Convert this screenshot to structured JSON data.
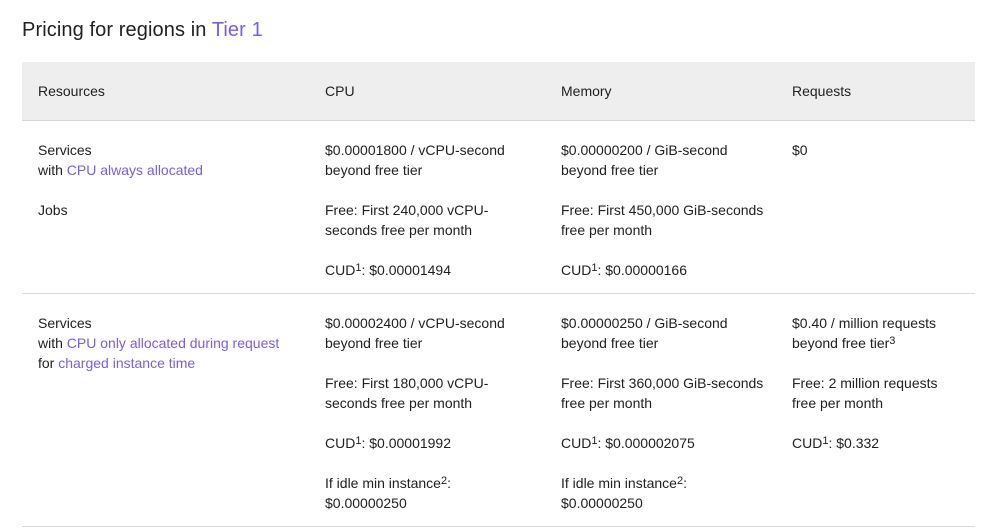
{
  "title": {
    "prefix": "Pricing for regions in",
    "link": "Tier 1"
  },
  "colors": {
    "link_purple": "#7c5ce0",
    "header_background": "#eeeeee",
    "row_border": "#d9dadb",
    "body_text": "#202124"
  },
  "table": {
    "headers": [
      "Resources",
      "CPU",
      "Memory",
      "Requests"
    ],
    "rows": [
      {
        "resources": {
          "name_line": "Services",
          "with_prefix": "with",
          "with_link": "CPU always allocated",
          "jobs": "Jobs"
        },
        "cpu": {
          "price_line1": "$0.00001800 / vCPU-second",
          "price_line2": "beyond free tier",
          "free_line1": "Free: First 240,000 vCPU-",
          "free_line2": "seconds free per month",
          "cud_label": "CUD",
          "cud_sup": "1",
          "cud_value": ": $0.00001494"
        },
        "memory": {
          "price_line1": "$0.00000200 / GiB-second",
          "price_line2": "beyond free tier",
          "free_line1": "Free: First 450,000 GiB-seconds",
          "free_line2": "free per month",
          "cud_label": "CUD",
          "cud_sup": "1",
          "cud_value": ": $0.00000166"
        },
        "requests": {
          "price": "$0"
        }
      },
      {
        "resources": {
          "name_line": "Services",
          "with_prefix": "with",
          "with_link": "CPU only allocated during request",
          "for_prefix": "for",
          "for_link": "charged instance time"
        },
        "cpu": {
          "price_line1": "$0.00002400 / vCPU-second",
          "price_line2": "beyond free tier",
          "free_line1": "Free: First 180,000 vCPU-",
          "free_line2": "seconds free per month",
          "cud_label": "CUD",
          "cud_sup": "1",
          "cud_value": ": $0.00001992",
          "idle_label": "If idle min instance",
          "idle_sup": "2",
          "idle_colon": ":",
          "idle_value": "$0.00000250"
        },
        "memory": {
          "price_line1": "$0.00000250 / GiB-second",
          "price_line2": "beyond free tier",
          "free_line1": "Free: First 360,000 GiB-seconds",
          "free_line2": "free per month",
          "cud_label": "CUD",
          "cud_sup": "1",
          "cud_value": ": $0.000002075",
          "idle_label": "If idle min instance",
          "idle_sup": "2",
          "idle_colon": ":",
          "idle_value": "$0.00000250"
        },
        "requests": {
          "price_line1": "$0.40 / million requests",
          "price_line2": "beyond free tier",
          "price_sup": "3",
          "free_line1": "Free: 2 million requests",
          "free_line2": "free per month",
          "cud_label": "CUD",
          "cud_sup": "1",
          "cud_value": ": $0.332"
        }
      }
    ]
  }
}
